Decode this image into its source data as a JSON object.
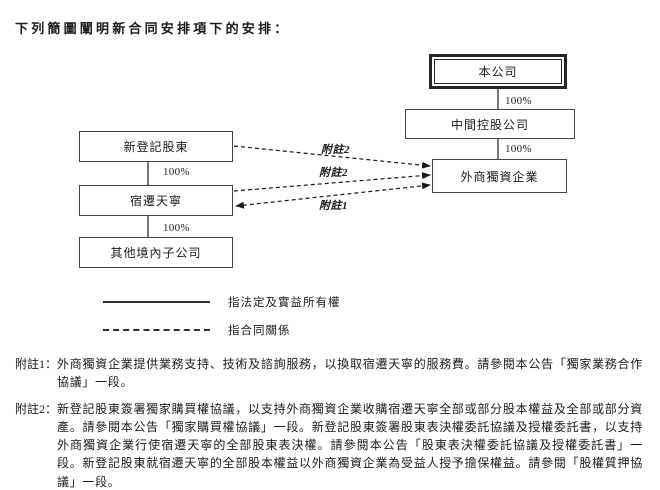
{
  "title": "下列簡圖闡明新合同安排項下的安排：",
  "diagram": {
    "nodes": {
      "parent": "本公司",
      "intermediate": "中間控股公司",
      "wfoe": "外商獨資企業",
      "new_shareholders": "新登記股東",
      "suqian": "宿遷天寧",
      "other_subs": "其他境內子公司"
    },
    "ownership_labels": {
      "parent_to_intermediate": "100%",
      "intermediate_to_wfoe": "100%",
      "shareholders_to_suqian": "100%",
      "suqian_to_subs": "100%"
    },
    "arrow_labels": {
      "note2_top": "附註2",
      "note2_mid": "附註2",
      "note1": "附註1"
    }
  },
  "legend": {
    "solid_label": "指法定及實益所有權",
    "dashed_label": "指合同關係"
  },
  "notes": [
    {
      "label": "附註1：",
      "text": "外商獨資企業提供業務支持、技術及諮詢服務，以換取宿遷天寧的服務費。請參閱本公告「獨家業務合作協議」一段。"
    },
    {
      "label": "附註2：",
      "text": "新登記股東簽署獨家購買權協議，以支持外商獨資企業收購宿遷天寧全部或部分股本權益及全部或部分資產。請參閱本公告「獨家購買權協議」一段。新登記股東簽署股東表決權委託協議及授權委託書，以支持外商獨資企業行使宿遷天寧的全部股東表決權。請參閱本公告「股東表決權委託協議及授權委託書」一段。新登記股東就宿遷天寧的全部股本權益以外商獨資企業為受益人授予擔保權益。請參閱「股權質押協議」一段。"
    }
  ],
  "colors": {
    "text": "#1c1c1c",
    "border": "#454545",
    "background": "#ffffff"
  }
}
